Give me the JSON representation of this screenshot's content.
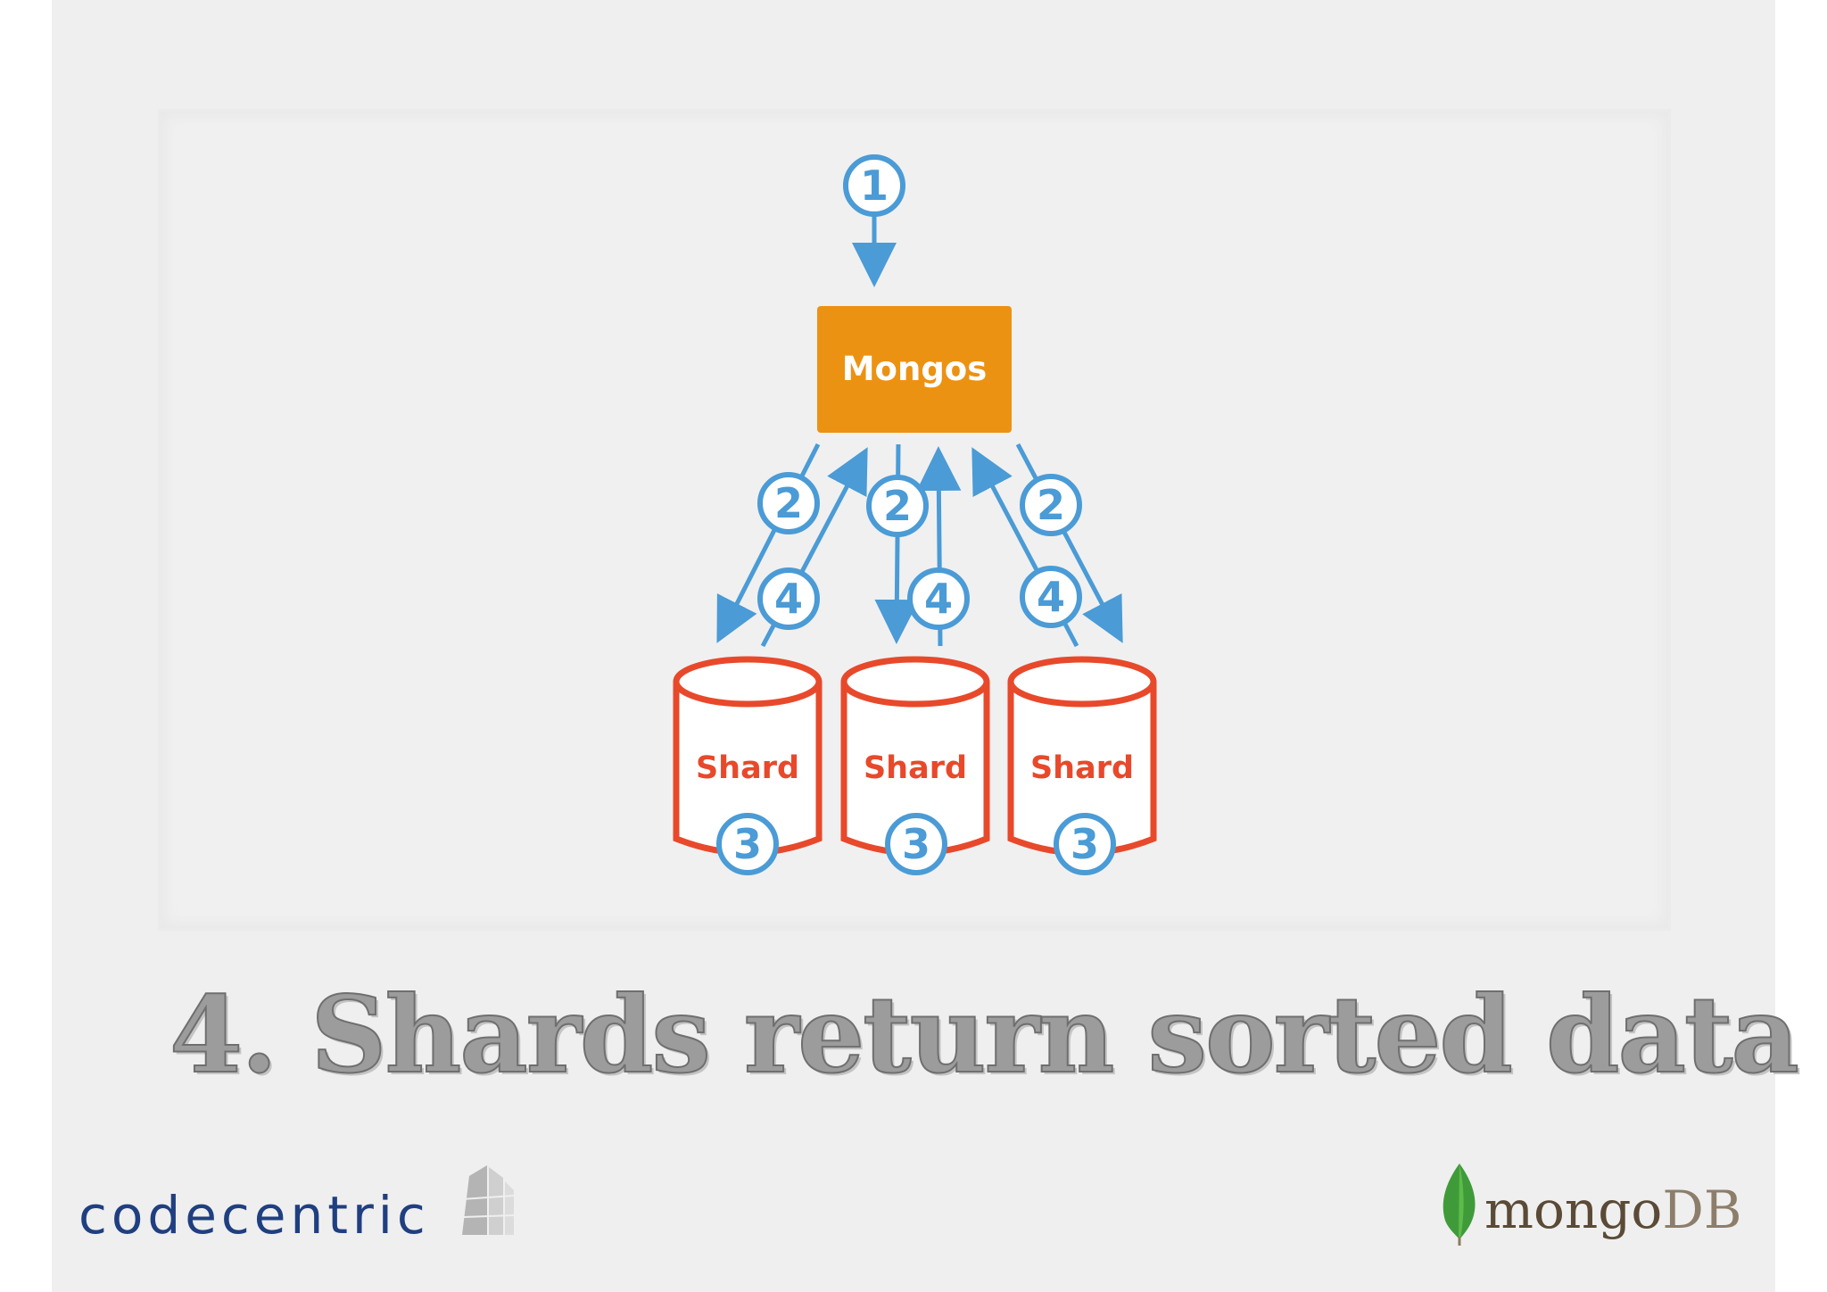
{
  "diagram": {
    "mongos_label": "Mongos",
    "shard_label": "Shard",
    "step1": "1",
    "step2": "2",
    "step3": "3",
    "step4": "4",
    "colors": {
      "arrow": "#4a9bd6",
      "mongos": "#ec9213",
      "shard": "#e8492b"
    }
  },
  "title": "4. Shards return sorted data",
  "footer": {
    "left_logo": "codecentric",
    "right_logo_a": "mongo",
    "right_logo_b": "DB"
  }
}
